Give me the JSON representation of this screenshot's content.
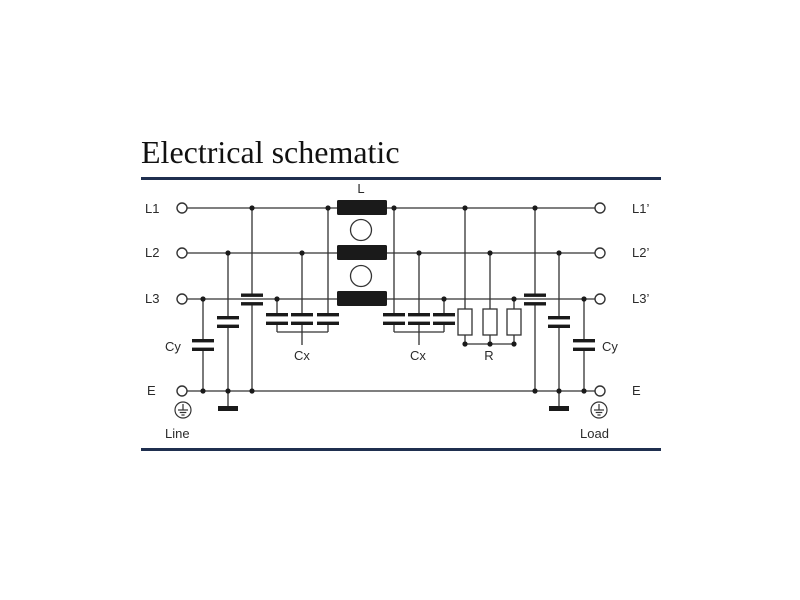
{
  "title": "Electrical schematic",
  "colors": {
    "rule": "#1f2f4f",
    "wire": "#333333",
    "inductor": "#1a1a1a",
    "label_L": "#2c4a7a"
  },
  "diagram": {
    "inductor_label": "L",
    "line_labels": [
      "L1",
      "L2",
      "L3",
      "E"
    ],
    "load_labels": [
      "L1’",
      "L2’",
      "L3’",
      "E"
    ],
    "cap_y_labels": [
      "Cy",
      "Cy"
    ],
    "cap_x_labels": [
      "Cx",
      "Cx"
    ],
    "resistor_label": "R",
    "line_side": "Line",
    "load_side": "Load",
    "icons": [
      "ground-icon",
      "terminal-icon",
      "capacitor-icon",
      "resistor-icon",
      "inductor-icon"
    ]
  }
}
